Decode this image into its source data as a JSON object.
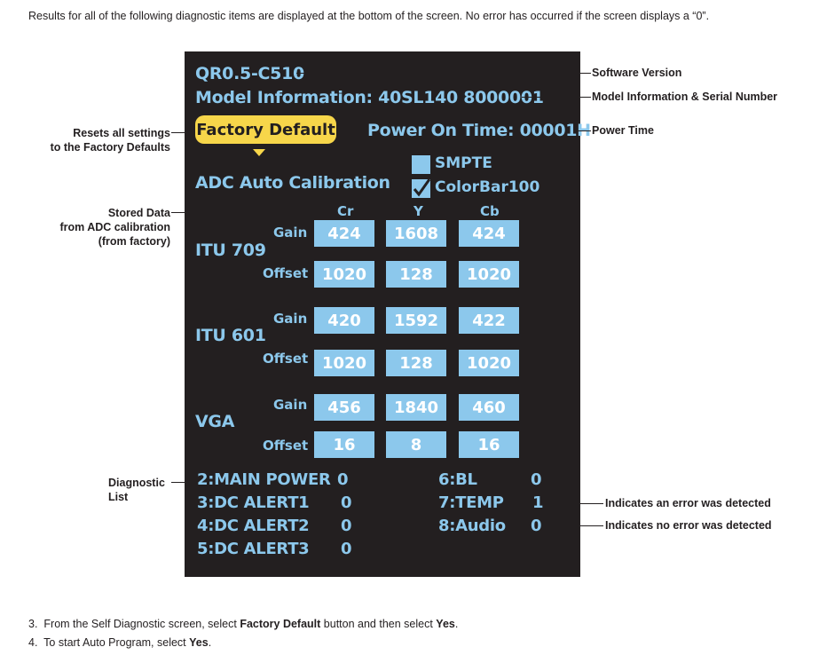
{
  "intro_text": "Results for all of the following diagnostic items are displayed at the bottom of the screen.  No error has occurred if the screen displays a “0”.",
  "screen": {
    "software_version": "QR0.5-C510",
    "model_information": "Model Information: 40SL140  8000001",
    "factory_default_label": "Factory Default",
    "power_on_time": "Power On Time: 00001H",
    "adc_title": "ADC Auto Calibration",
    "options": [
      {
        "label": "SMPTE",
        "checked": false
      },
      {
        "label": "ColorBar100",
        "checked": true
      }
    ],
    "columns": [
      "Cr",
      "Y",
      "Cb"
    ],
    "row_labels": {
      "gain": "Gain",
      "offset": "Offset"
    },
    "groups": [
      {
        "name": "ITU 709",
        "gain": [
          "424",
          "1608",
          "424"
        ],
        "offset": [
          "1020",
          "128",
          "1020"
        ]
      },
      {
        "name": "ITU 601",
        "gain": [
          "420",
          "1592",
          "422"
        ],
        "offset": [
          "1020",
          "128",
          "1020"
        ]
      },
      {
        "name": "VGA",
        "gain": [
          "456",
          "1840",
          "460"
        ],
        "offset": [
          "16",
          "8",
          "16"
        ]
      }
    ],
    "diagnostics_left": [
      {
        "label": "2:MAIN POWER",
        "value": "0"
      },
      {
        "label": "3:DC ALERT1",
        "value": "0"
      },
      {
        "label": "4:DC ALERT2",
        "value": "0"
      },
      {
        "label": "5:DC ALERT3",
        "value": "0"
      }
    ],
    "diagnostics_right": [
      {
        "label": "6:BL",
        "value": "0"
      },
      {
        "label": "7:TEMP",
        "value": "1"
      },
      {
        "label": "8:Audio",
        "value": "0"
      }
    ]
  },
  "annotations": {
    "software_version": "Software Version",
    "model_serial": "Model Information & Serial Number",
    "power_time": "Power Time",
    "resets_line1": "Resets all settings",
    "resets_line2": "to the Factory Defaults",
    "stored_line1": "Stored Data",
    "stored_line2": "from ADC calibration",
    "stored_line3": "(from factory)",
    "diagnostic_line1": "Diagnostic",
    "diagnostic_line2": "List",
    "error_detected": "Indicates an error was detected",
    "no_error_detected": "Indicates no error was detected"
  },
  "steps": [
    {
      "num": "3.",
      "pre": "From the Self Diagnostic screen, select ",
      "b1": "Factory Default",
      "mid": " button and then select ",
      "b2": "Yes",
      "post": "."
    },
    {
      "num": "4.",
      "pre": "To start Auto Program, select ",
      "b1": "Yes",
      "post": "."
    }
  ]
}
